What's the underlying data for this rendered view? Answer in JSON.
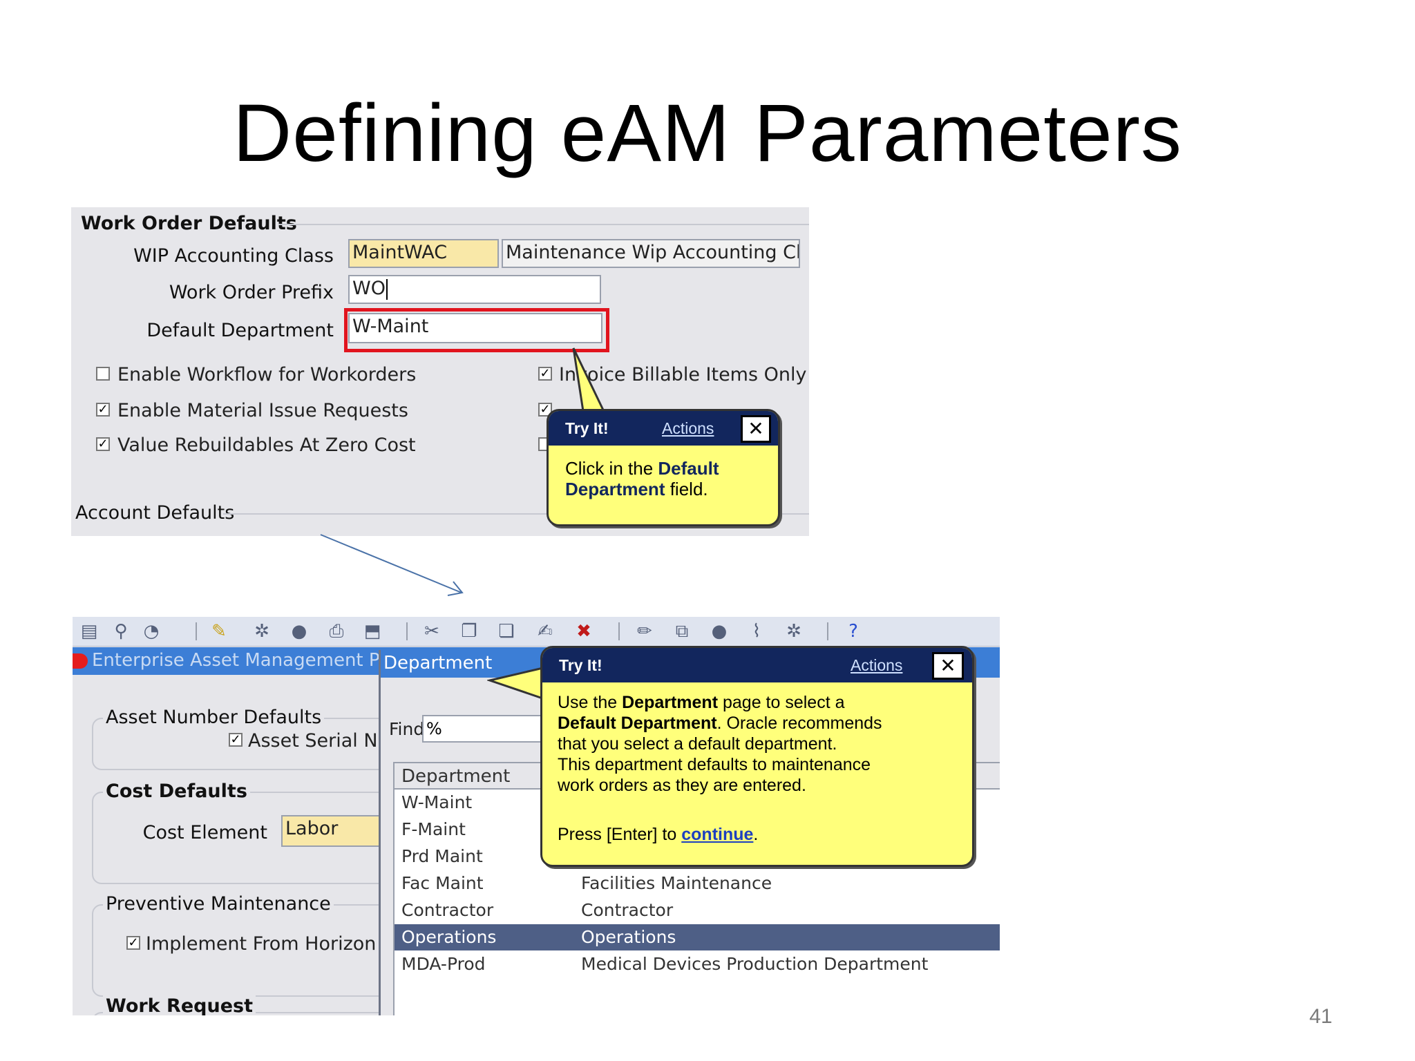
{
  "slide": {
    "title": "Defining eAM Parameters",
    "page_number": "41"
  },
  "screen1": {
    "section_work_order": "Work Order Defaults",
    "wip_label": "WIP Accounting Class",
    "wip_value": "MaintWAC",
    "wip_desc": "Maintenance Wip Accounting Clas",
    "prefix_label": "Work Order Prefix",
    "prefix_value": "WO",
    "dept_label": "Default Department",
    "dept_value": "W-Maint",
    "checkboxes": [
      {
        "label": "Enable Workflow for Workorders",
        "checked": false
      },
      {
        "label": "Enable Material Issue Requests",
        "checked": true
      },
      {
        "label": "Value Rebuildables At Zero Cost",
        "checked": true
      },
      {
        "label": "Invoice Billable Items Only",
        "checked": true
      }
    ],
    "section_account": "Account Defaults",
    "callout": {
      "try": "Try It!",
      "actions": "Actions",
      "close": "✕",
      "text_1": "Click in the ",
      "text_bold": "Default Department",
      "text_2": " field."
    }
  },
  "screen2": {
    "window_title": "Enterprise Asset Management Para",
    "asset_number_defaults": "Asset Number Defaults",
    "asset_serial": "Asset Serial Nu",
    "cost_defaults": "Cost Defaults",
    "cost_element_label": "Cost Element",
    "cost_element_value": "Labor",
    "preventive_maintenance": "Preventive Maintenance",
    "implement_horizon": "Implement From Horizon St",
    "work_request": "Work Request",
    "dept_window_title": "Department",
    "find_label": "Find",
    "find_value": "%",
    "list_header": "Department",
    "rows": [
      {
        "code": "W-Maint",
        "desc": ""
      },
      {
        "code": "F-Maint",
        "desc": ""
      },
      {
        "code": "Prd Maint",
        "desc": ""
      },
      {
        "code": "Fac Maint",
        "desc": "Facilities Maintenance"
      },
      {
        "code": "Contractor",
        "desc": "Contractor"
      },
      {
        "code": "Operations",
        "desc": "Operations"
      },
      {
        "code": "MDA-Prod",
        "desc": "Medical Devices Production Department"
      }
    ],
    "callout": {
      "try": "Try It!",
      "actions": "Actions",
      "close": "✕",
      "p1_a": "Use the ",
      "p1_b": "Department",
      "p1_c": " page to select a",
      "p2_a": "Default Department",
      "p2_b": ". Oracle recommends",
      "p3": "that you select a default department.",
      "p4": "This department defaults to maintenance",
      "p5": "work orders as they are entered.",
      "p6_a": "Press [Enter] to ",
      "p6_link": "continue",
      "p6_b": "."
    },
    "toolbar_icons": [
      "new-icon",
      "find-icon",
      "navigator-icon",
      "save-icon",
      "next-step-icon",
      "switch-responsibility-icon",
      "print-icon",
      "close-form-icon",
      "cut-icon",
      "copy-icon",
      "paste-icon",
      "clear-record-icon",
      "delete-record-icon",
      "edit-field-icon",
      "zoom-icon",
      "translations-icon",
      "attachments-icon",
      "folder-tools-icon",
      "help-icon"
    ]
  },
  "colors": {
    "highlight_red": "#e1141e",
    "callout_yellow": "#ffff7b",
    "callout_header": "#12265d",
    "title_bar_blue": "#3c7ed6",
    "selected_row": "#4e5f86"
  }
}
